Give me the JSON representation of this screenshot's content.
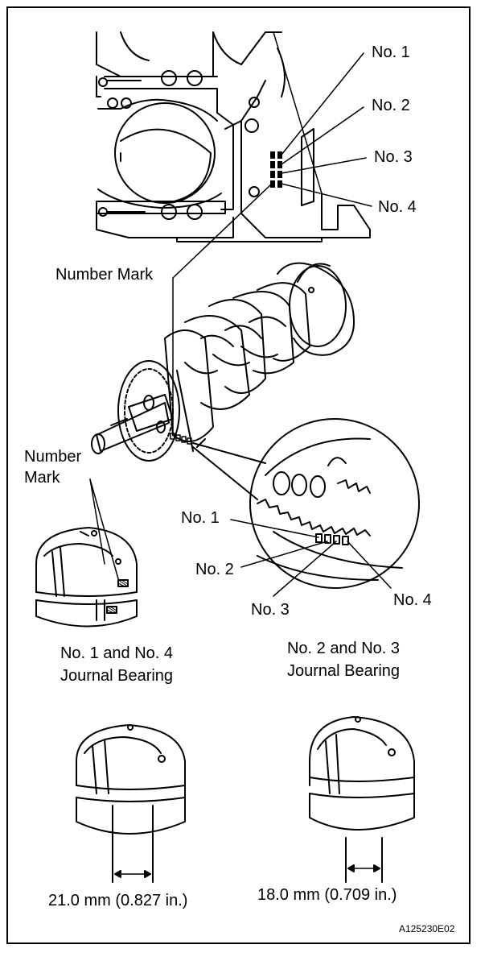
{
  "labels": {
    "block_no1": "No. 1",
    "block_no2": "No. 2",
    "block_no3": "No. 3",
    "block_no4": "No. 4",
    "number_mark_top": "Number Mark",
    "number_mark_left_l1": "Number",
    "number_mark_left_l2": "Mark",
    "crank_no1": "No. 1",
    "crank_no2": "No. 2",
    "crank_no3": "No. 3",
    "crank_no4": "No. 4",
    "bearing_left_l1": "No. 1 and No. 4",
    "bearing_left_l2": "Journal Bearing",
    "bearing_right_l1": "No. 2 and No. 3",
    "bearing_right_l2": "Journal Bearing",
    "dim_left": "21.0 mm (0.827 in.)",
    "dim_right": "18.0 mm (0.709 in.)",
    "figure_code": "A125230E02"
  }
}
